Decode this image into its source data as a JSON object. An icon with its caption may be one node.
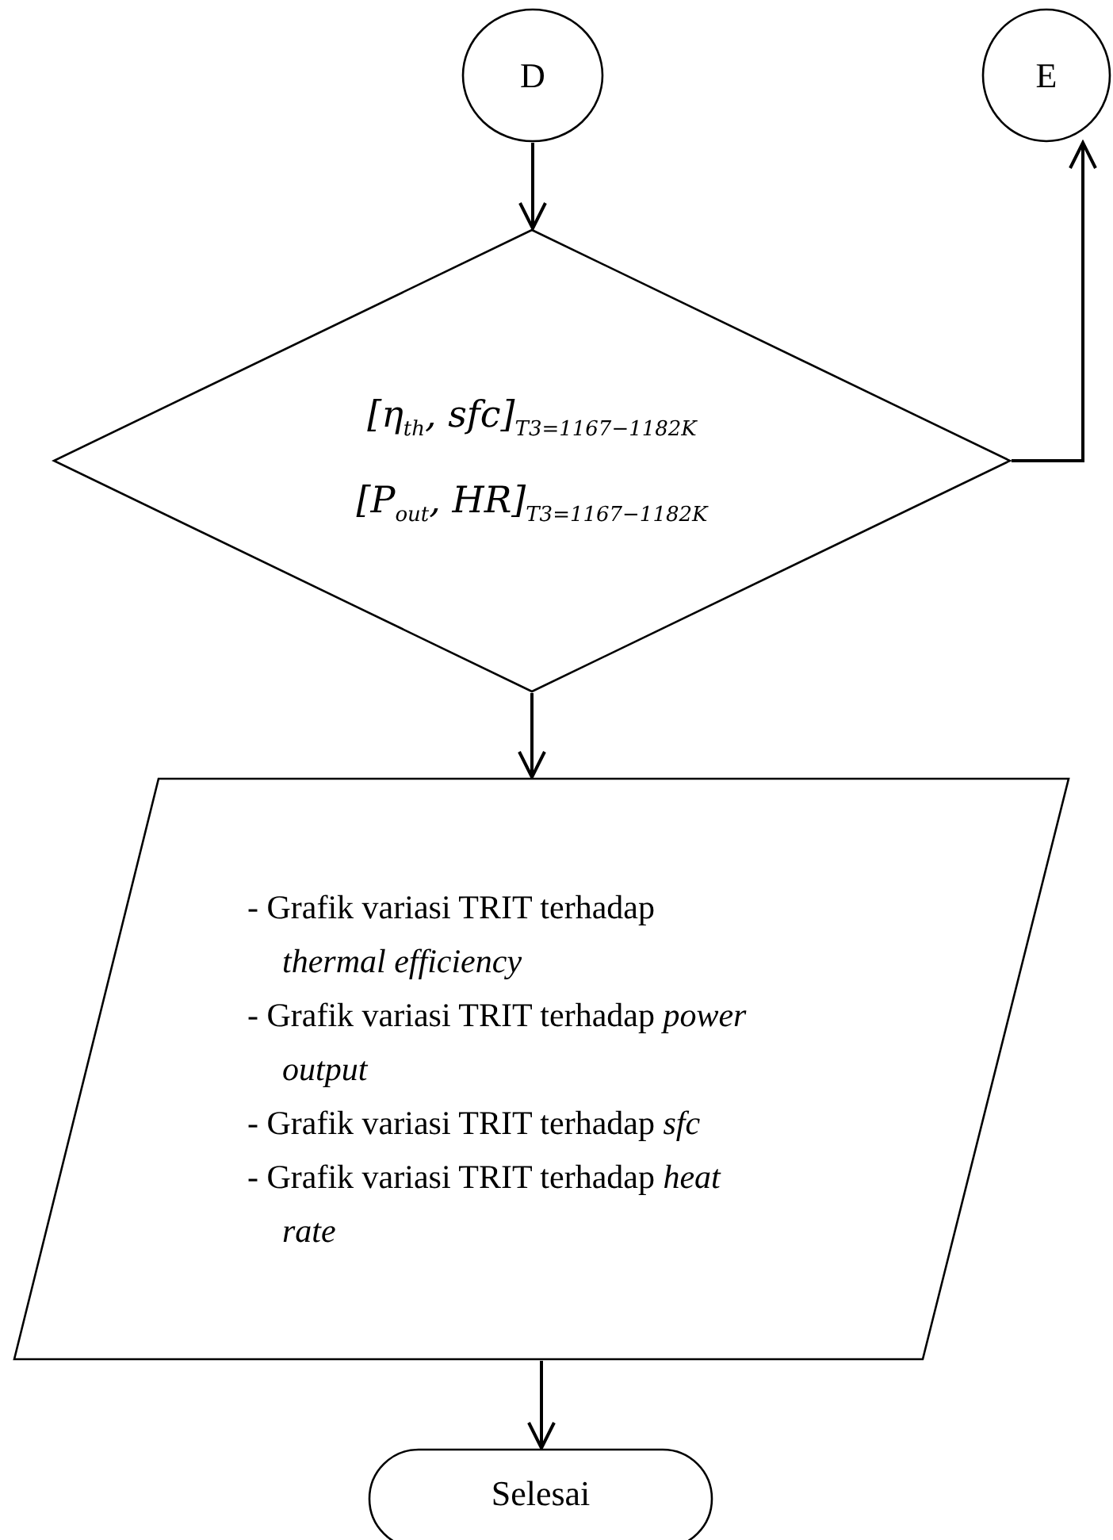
{
  "diagram": {
    "nodes": [
      {
        "text": [
          "D"
        ]
      },
      {
        "text": [
          "E"
        ]
      },
      {
        "text": [
          "[η$_{th}$, sfc]$_{T3=1167−1182K}$",
          "[P$_{out}$, HR]$_{T3=1167−1182K}$"
        ]
      },
      {
        "text": [
          "- Grafik variasi TRIT terhadap *thermal efficiency*",
          "- Grafik variasi TRIT terhadap *power output*",
          "- Grafik variasi TRIT terhadap *sfc*",
          "- Grafik variasi TRIT terhadap *heat rate*"
        ]
      },
      {
        "text": [
          "Selesai"
        ]
      }
    ],
    "edges": [
      {
        "from": 0,
        "to": 2,
        "arrow": "to"
      },
      {
        "from": 2,
        "to": 1,
        "arrow": "to"
      },
      {
        "from": 2,
        "to": 3,
        "arrow": "to"
      },
      {
        "from": 3,
        "to": 4,
        "arrow": "to"
      }
    ]
  }
}
